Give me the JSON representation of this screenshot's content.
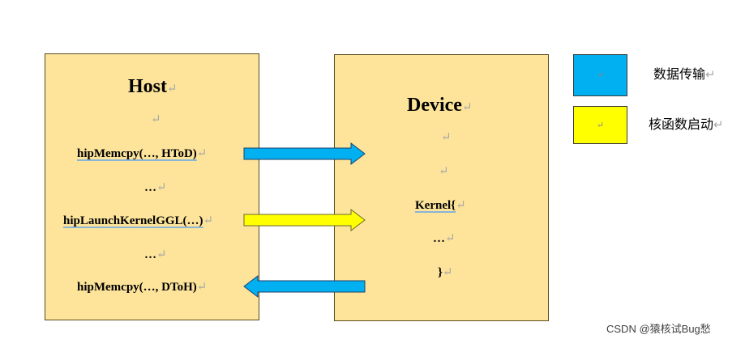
{
  "host": {
    "title": "Host",
    "lines": [
      "hipMemcpy(…, HToD)",
      "…",
      "hipLaunchKernelGGL(…)",
      "…",
      "hipMemcpy(…, DToH)"
    ]
  },
  "device": {
    "title": "Device",
    "lines": [
      "Kernel{",
      "…",
      "}"
    ]
  },
  "para_mark": "↵",
  "colors": {
    "box_fill": "#fde49a",
    "data_transfer": "#00b0f0",
    "kernel_launch": "#ffff00"
  },
  "legend": [
    {
      "label": "数据传输",
      "color": "#00b0f0"
    },
    {
      "label": "核函数启动",
      "color": "#ffff00"
    }
  ],
  "watermark": "CSDN @猿核试Bug愁"
}
